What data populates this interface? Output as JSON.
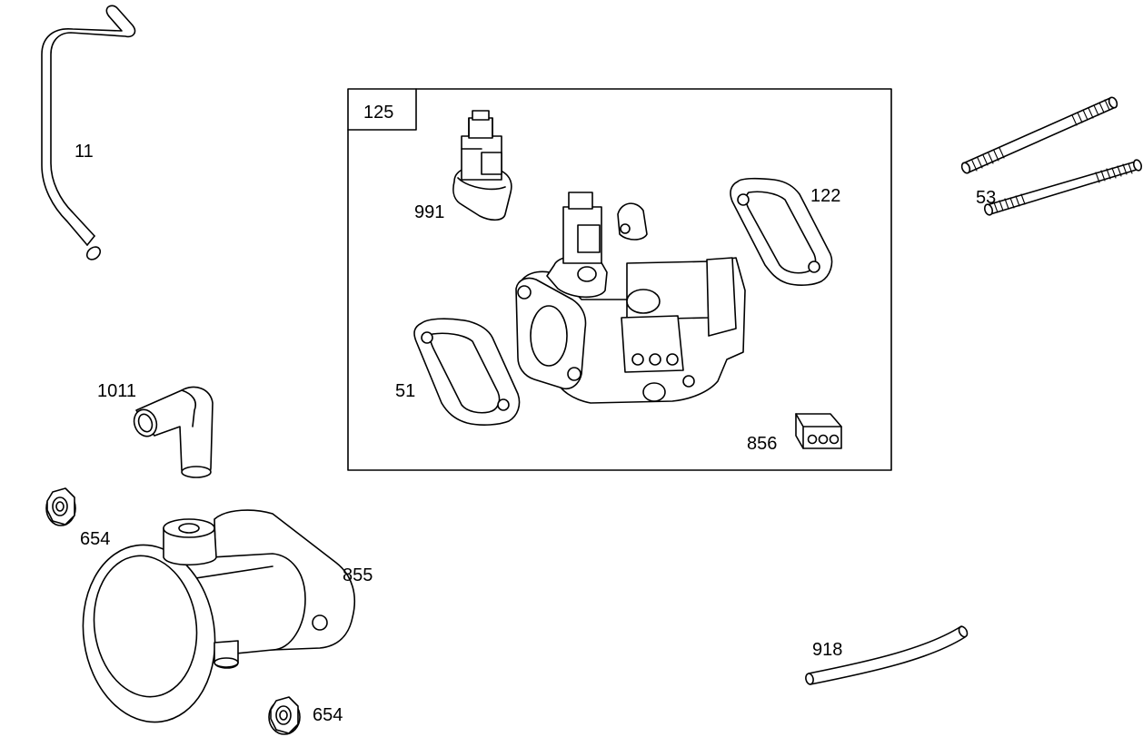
{
  "diagram": {
    "type": "exploded-parts-diagram",
    "assembly_box_label": "125",
    "parts": [
      {
        "number": "11",
        "icon": "bent-hose-icon"
      },
      {
        "number": "125",
        "icon": "carburetor-assembly-icon"
      },
      {
        "number": "991",
        "icon": "solenoid-icon"
      },
      {
        "number": "122",
        "icon": "gasket-icon"
      },
      {
        "number": "51",
        "icon": "gasket-icon"
      },
      {
        "number": "856",
        "icon": "connector-icon"
      },
      {
        "number": "53",
        "icon": "stud-icon"
      },
      {
        "number": "1011",
        "icon": "elbow-hose-icon"
      },
      {
        "number": "654",
        "icon": "flange-nut-icon"
      },
      {
        "number": "855",
        "icon": "intake-elbow-icon"
      },
      {
        "number": "654",
        "icon": "flange-nut-icon"
      },
      {
        "number": "918",
        "icon": "fuel-line-icon"
      }
    ]
  }
}
